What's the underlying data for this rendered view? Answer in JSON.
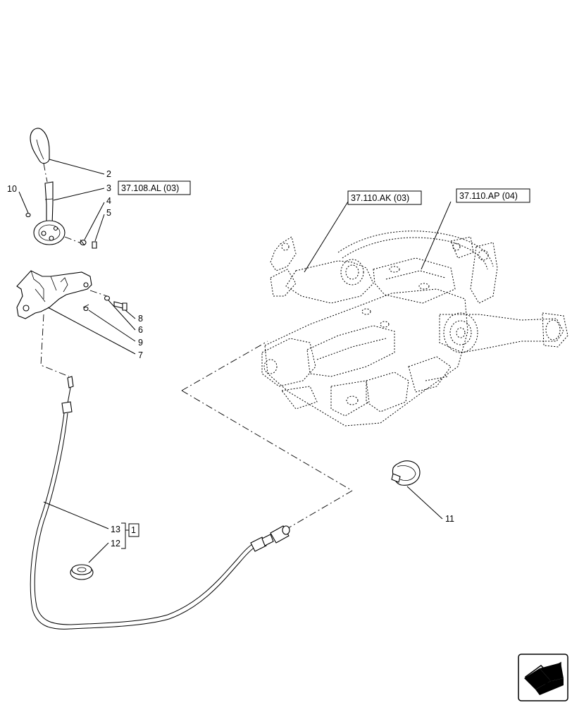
{
  "callouts": {
    "c1": "1",
    "c2": "2",
    "c3": "3",
    "c4": "4",
    "c5": "5",
    "c6": "6",
    "c7": "7",
    "c8": "8",
    "c9": "9",
    "c10": "10",
    "c11": "11",
    "c12": "12",
    "c13": "13"
  },
  "references": {
    "ref_lever": "37.108.AL (03)",
    "ref_ak": "37.110.AK (03)",
    "ref_ap": "37.110.AP (04)"
  },
  "icons": {
    "nav": "next-page-arrow-icon"
  }
}
